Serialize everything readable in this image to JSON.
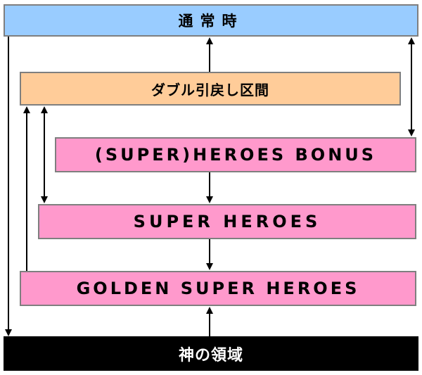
{
  "colors": {
    "normal": "#99ccff",
    "double": "#ffcc99",
    "heroes": "#ff99cc",
    "god": "#000000",
    "god_text": "#ffffff",
    "border": "#7f7f7f",
    "arrow": "#000000"
  },
  "states": {
    "normal": "通常時",
    "double": "ダブル引戻し区間",
    "bonus": "(SUPER)HEROES BONUS",
    "super": "SUPER HEROES",
    "golden": "GOLDEN SUPER HEROES",
    "god": "神の領域"
  }
}
